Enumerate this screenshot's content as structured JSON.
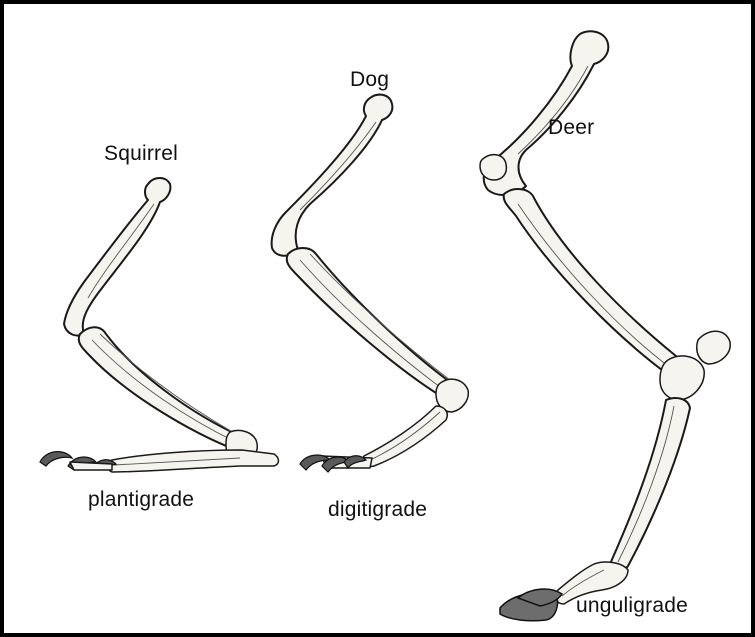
{
  "animals": {
    "squirrel": {
      "name": "Squirrel",
      "stance": "plantigrade"
    },
    "dog": {
      "name": "Dog",
      "stance": "digitigrade"
    },
    "deer": {
      "name": "Deer",
      "stance": "unguligrade"
    }
  },
  "colors": {
    "border": "#000000",
    "bone_fill": "#f6f4ef",
    "line": "#1a1a1a",
    "claw": "#5a5a5a"
  }
}
